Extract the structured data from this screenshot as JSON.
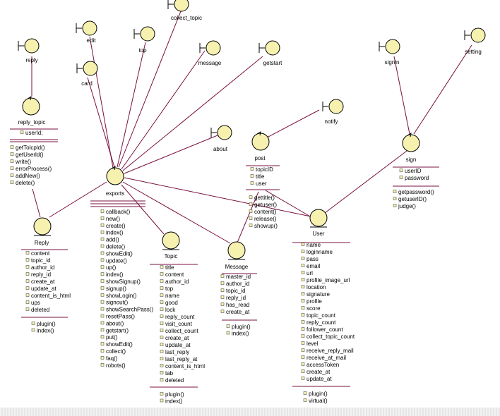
{
  "boundaries": {
    "reply": "reply",
    "edit": "edit",
    "top": "top",
    "collect_topic": "collect_topic",
    "card": "card",
    "message": "message",
    "getstart": "getstart",
    "notify": "notify",
    "about": "about",
    "signin": "signin",
    "setting": "setting"
  },
  "controls": {
    "reply_topic": {
      "name": "reply_topic",
      "attributes": [
        "userId;"
      ],
      "operations": [
        "getTolcpld()",
        "getUserld()",
        "write()",
        "errorProcess()",
        "addNew()",
        "delete()"
      ]
    },
    "exports": {
      "name": "exports",
      "attributes": [],
      "operations": [
        "callback()",
        "new()",
        "create()",
        "index()",
        "add()",
        "delete()",
        "showEdit()",
        "update()",
        "up()",
        "index()",
        "showSignup()",
        "signup()",
        "showLogin()",
        "signout()",
        "showSearchPass()",
        "resetPass()",
        "about()",
        "getstart()",
        "put()",
        "showEdit()",
        "collect()",
        "faq()",
        "robots()"
      ]
    },
    "post": {
      "name": "post",
      "attributes": [
        "topicID",
        "title",
        "user"
      ],
      "operations": [
        "gettitle()",
        "getuser()",
        "content()",
        "release()",
        "showup()"
      ]
    },
    "sign": {
      "name": "sign",
      "attributes": [
        "userID",
        "password"
      ],
      "operations": [
        "getpassword()",
        "getuserID()",
        "judge()"
      ]
    }
  },
  "entities": {
    "reply": {
      "name": "Reply",
      "attributes": [
        "content",
        "topic_id",
        "author_id",
        "reply_id",
        "create_at",
        "update_at",
        "content_is_html",
        "ups",
        "deleted"
      ],
      "operations": [
        "plugin()",
        "index()"
      ]
    },
    "topic": {
      "name": "Topic",
      "attributes": [
        "title",
        "content",
        "author_id",
        "top",
        "name",
        "good",
        "lock",
        "reply_count",
        "visit_count",
        "collect_count",
        "create_at",
        "update_at",
        "last_reply",
        "last_reply_at",
        "content_is_html",
        "tab",
        "deleted"
      ],
      "operations": [
        "plugin()",
        "index()"
      ]
    },
    "message": {
      "name": "Message",
      "attributes": [
        "master_id",
        "author_id",
        "topic_id",
        "reply_id",
        "has_read",
        "create_at"
      ],
      "operations": [
        "plugin()",
        "index()"
      ]
    },
    "user": {
      "name": "User",
      "attributes": [
        "name",
        "loginname",
        "pass",
        "email",
        "url",
        "profile_image_url",
        "location",
        "signature",
        "profile",
        "score",
        "topic_count",
        "reply_count",
        "follower_count",
        "collect_topic_count",
        "level",
        "receive_reply_mail",
        "receive_at_mail",
        "accessToken",
        "create_at",
        "update_at"
      ],
      "operations": [
        "plugin()",
        "virtual()"
      ]
    }
  }
}
